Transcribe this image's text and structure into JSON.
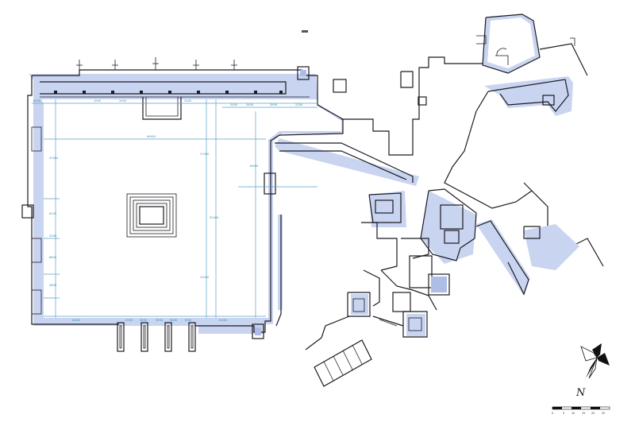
{
  "plan": {
    "north_label": "N",
    "dimensions": {
      "overall_width": "46950",
      "top_left": "8000",
      "top_segments": [
        "1000",
        "2400",
        "2400",
        "2400",
        "2400"
      ],
      "top_right_a": "3900",
      "top_right_b": "2100",
      "left_height": "31000",
      "left_seg_a": "8135",
      "left_seg_b": "2500",
      "left_seg_c": "6645",
      "left_seg_d": "4800",
      "inner_height": "27000",
      "inner_lower": "10200",
      "center_height": "52000",
      "right_height": "16000",
      "bottom_left": "14000",
      "bottom_segments": [
        "2000",
        "3000",
        "3000",
        "3000",
        "1500"
      ],
      "bottom_right": "10200"
    },
    "scale_labels": [
      "0",
      "5",
      "10",
      "15",
      "20",
      "25"
    ]
  }
}
